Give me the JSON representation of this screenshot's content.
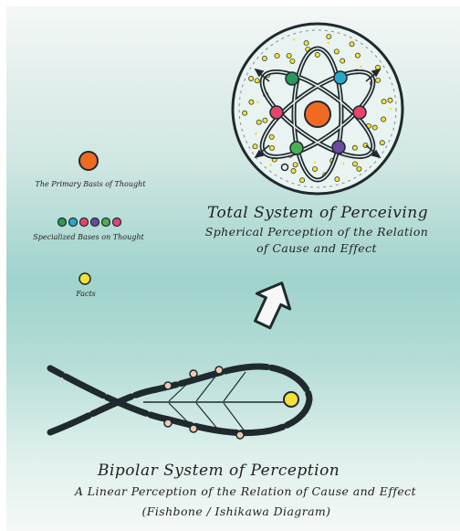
{
  "legend": {
    "primary_label": "The Primary Basis of Thought",
    "specialized_label": "Specialized Bases on Thought",
    "facts_label": "Facts"
  },
  "colors": {
    "primary": "#f26a21",
    "facts": "#f4e03a",
    "specialized": [
      "#2a9a5c",
      "#2ba7c9",
      "#e8456b",
      "#6a4aa0",
      "#4caf50",
      "#e0457b"
    ],
    "ink": "#1f2a2e"
  },
  "total_system": {
    "title": "Total System of Perceiving",
    "subtitle_line1": "Spherical Perception of the Relation",
    "subtitle_line2": "of Cause and Effect"
  },
  "bipolar_system": {
    "title": "Bipolar System of Perception",
    "subtitle_line1": "A Linear Perception of the Relation of Cause and Effect",
    "subtitle_line2": "(Fishbone / Ishikawa Diagram)"
  }
}
